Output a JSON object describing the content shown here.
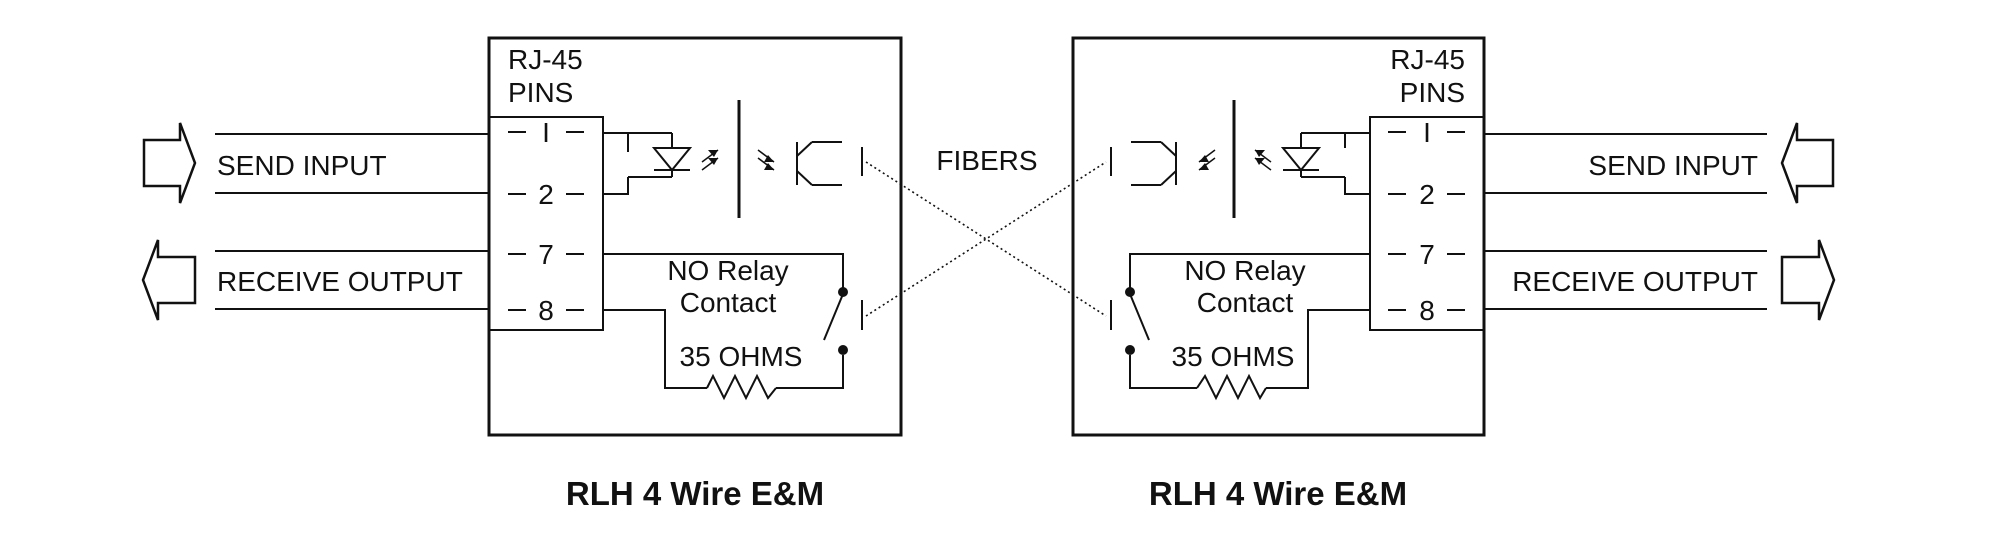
{
  "fibers_label": "FIBERS",
  "left_unit": {
    "title": "RLH 4 Wire E&M",
    "connector_header": [
      "RJ-45",
      "PINS"
    ],
    "pins": [
      "I",
      "2",
      "7",
      "8"
    ],
    "send_label": "SEND INPUT",
    "receive_label": "RECEIVE OUTPUT",
    "relay_label": [
      "NO Relay",
      "Contact"
    ],
    "resistor_label": "35 OHMS"
  },
  "right_unit": {
    "title": "RLH 4 Wire E&M",
    "connector_header": [
      "RJ-45",
      "PINS"
    ],
    "pins": [
      "I",
      "2",
      "7",
      "8"
    ],
    "send_label": "SEND INPUT",
    "receive_label": "RECEIVE OUTPUT",
    "relay_label": [
      "NO Relay",
      "Contact"
    ],
    "resistor_label": "35 OHMS"
  }
}
